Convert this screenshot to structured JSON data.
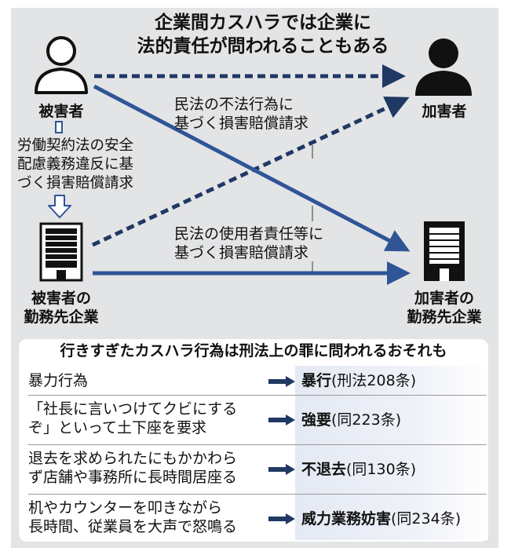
{
  "title_line1": "企業間カスハラでは企業に",
  "title_line2": "法的責任が問われることもある",
  "victim_label": "被害者",
  "perpetrator_label": "加害者",
  "victim_company_line1": "被害者の",
  "victim_company_line2": "勤務先企業",
  "perpetrator_company_line1": "加害者の",
  "perpetrator_company_line2": "勤務先企業",
  "labor_claim_line1": "労働契約法の安全",
  "labor_claim_line2": "配慮義務違反に基",
  "labor_claim_line3": "づく損害賠償請求",
  "tort_claim_line1": "民法の不法行為に",
  "tort_claim_line2": "基づく損害賠償請求",
  "employer_claim_line1": "民法の使用者責任等に",
  "employer_claim_line2": "基づく損害賠償請求",
  "colors": {
    "blue": "#2f5597",
    "navy": "#1f3864",
    "panel": "#e3e4e6"
  },
  "table": {
    "title": "行きすぎたカスハラ行為は刑法上の罪に問われるおそれも",
    "rows": [
      {
        "act1": "暴力行為",
        "act2": "",
        "crime": "暴行",
        "law": "(刑法208条)"
      },
      {
        "act1": "「社長に言いつけてクビにする",
        "act2": "ぞ」といって土下座を要求",
        "crime": "強要",
        "law": "(同223条)"
      },
      {
        "act1": "退去を求められたにもかかわら",
        "act2": "ず店舗や事務所に長時間居座る",
        "crime": "不退去",
        "law": "(同130条)"
      },
      {
        "act1": "机やカウンターを叩きながら",
        "act2": "長時間、従業員を大声で怒鳴る",
        "crime": "威力業務妨害",
        "law": "(同234条)"
      }
    ]
  }
}
